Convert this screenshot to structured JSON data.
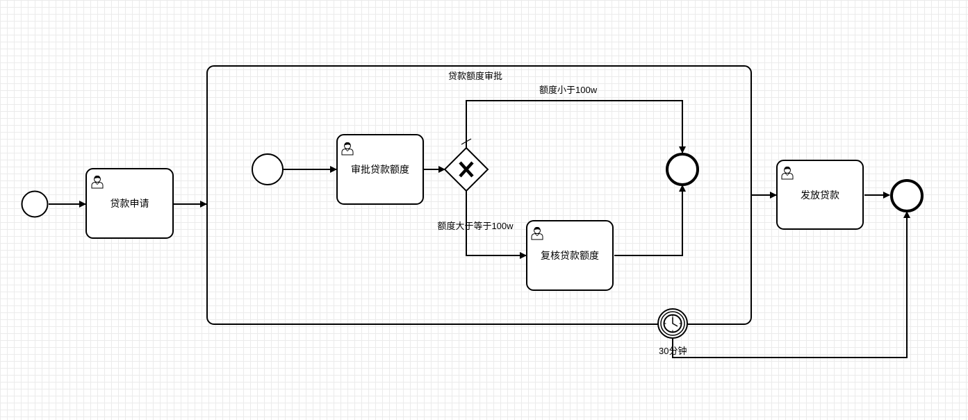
{
  "diagram": {
    "tasks": {
      "apply": "贷款申请",
      "approve": "审批贷款额度",
      "review": "复核贷款额度",
      "disburse": "发放贷款"
    },
    "subprocess_title": "贷款额度审批",
    "flows": {
      "less_than": "额度小于100w",
      "greater_equal": "额度大于等于100w"
    },
    "timer_label": "30分钟",
    "gateway_symbol": "X"
  },
  "colors": {
    "stroke": "#000000",
    "grid": "#ebebeb",
    "background": "#ffffff"
  },
  "icons": [
    "user-icon",
    "clock-icon"
  ]
}
